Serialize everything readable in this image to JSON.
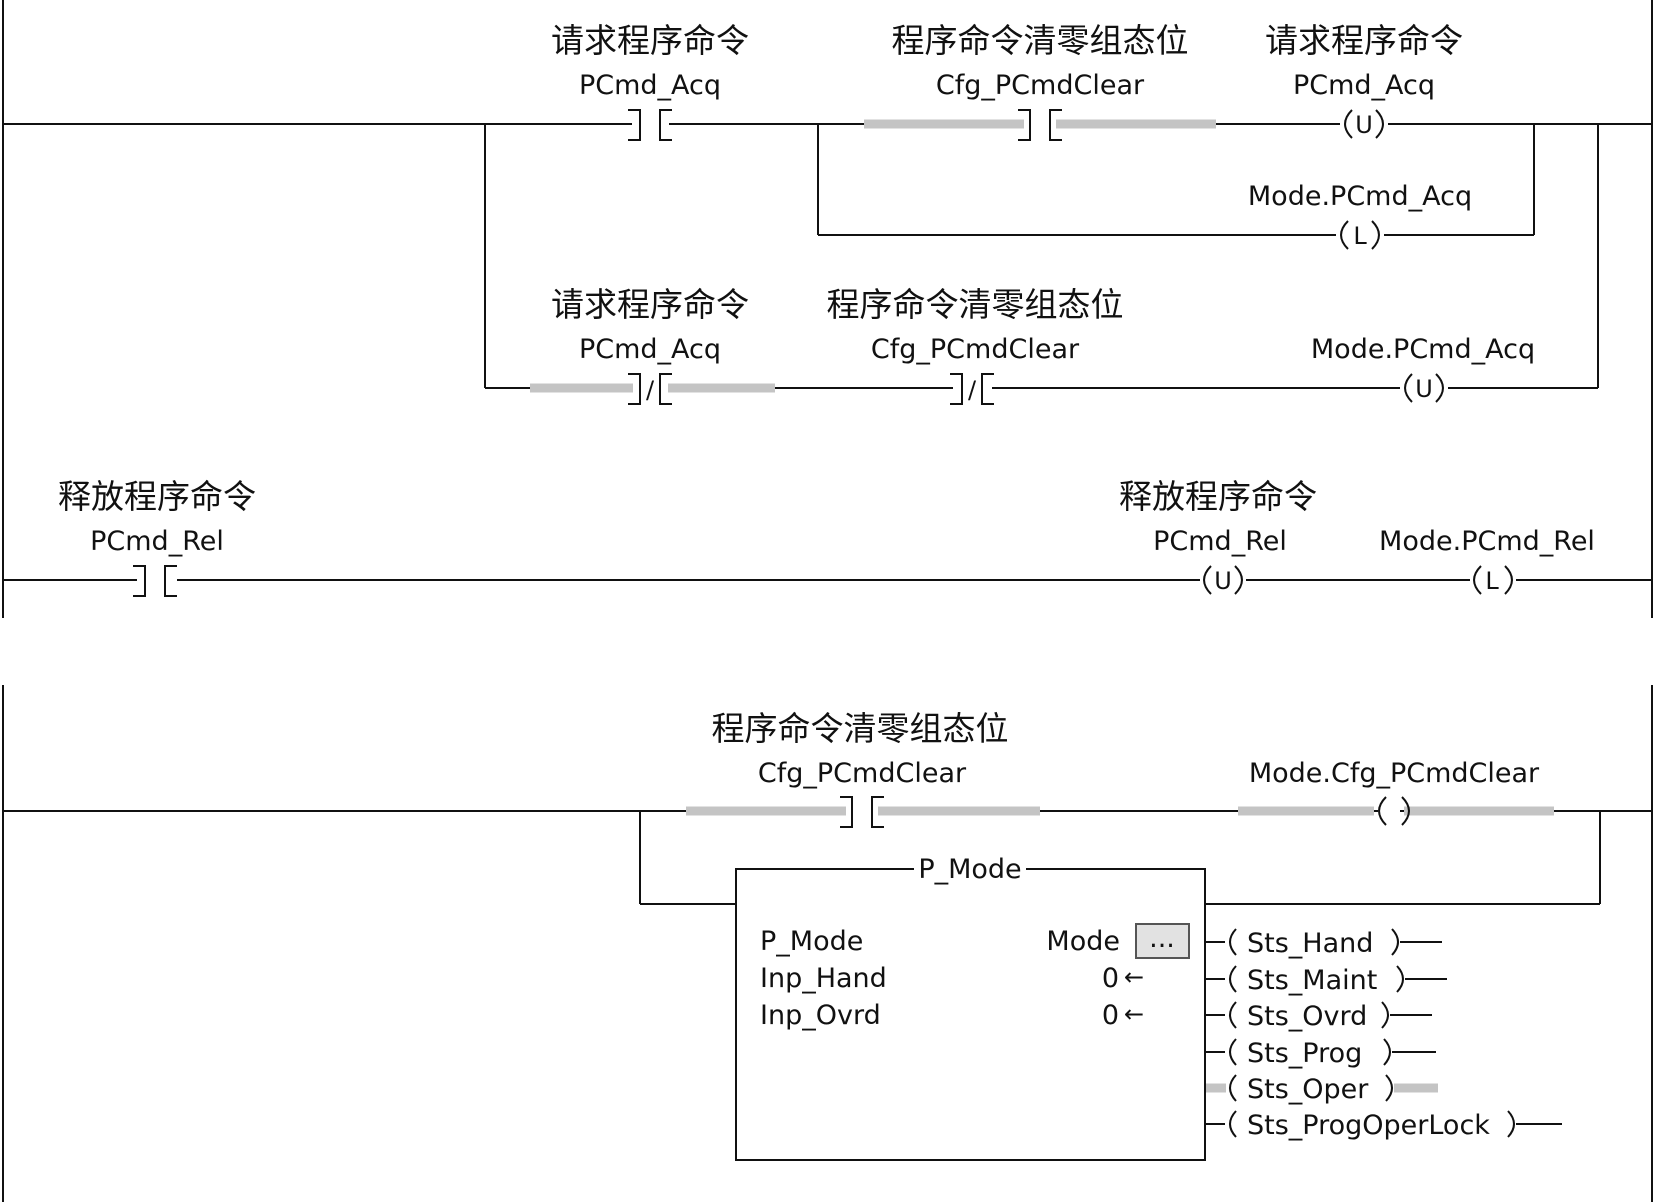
{
  "rung1": {
    "c1": {
      "desc": "请求程序命令",
      "tag": "PCmd_Acq"
    },
    "c2": {
      "desc": "程序命令清零组态位",
      "tag": "Cfg_PCmdClear"
    },
    "o1": {
      "desc": "请求程序命令",
      "tag": "PCmd_Acq",
      "coil": "U"
    },
    "o2": {
      "tag": "Mode.PCmd_Acq",
      "coil": "L"
    },
    "c3": {
      "desc": "请求程序命令",
      "tag": "PCmd_Acq",
      "symbol": "/"
    },
    "c4": {
      "desc": "程序命令清零组态位",
      "tag": "Cfg_PCmdClear",
      "symbol": "/"
    },
    "o3": {
      "tag": "Mode.PCmd_Acq",
      "coil": "U"
    }
  },
  "rung2": {
    "c1": {
      "desc": "释放程序命令",
      "tag": "PCmd_Rel"
    },
    "o1": {
      "desc": "释放程序命令",
      "tag": "PCmd_Rel",
      "coil": "U"
    },
    "o2": {
      "tag": "Mode.PCmd_Rel",
      "coil": "L"
    }
  },
  "rung3": {
    "c1": {
      "desc": "程序命令清零组态位",
      "tag": "Cfg_PCmdClear"
    },
    "o1": {
      "tag": "Mode.Cfg_PCmdClear"
    },
    "block": {
      "title": "P_Mode",
      "rows": [
        {
          "name": "P_Mode",
          "value": "Mode",
          "button": "..."
        },
        {
          "name": "Inp_Hand",
          "value": "0",
          "arrow": "←"
        },
        {
          "name": "Inp_Ovrd",
          "value": "0",
          "arrow": "←"
        }
      ],
      "outputs": [
        "Sts_Hand",
        "Sts_Maint",
        "Sts_Ovrd",
        "Sts_Prog",
        "Sts_Oper",
        "Sts_ProgOperLock"
      ]
    }
  },
  "colors": {
    "wire": "#111111",
    "highlight": "#c4c4c4",
    "background": "#ffffff"
  }
}
